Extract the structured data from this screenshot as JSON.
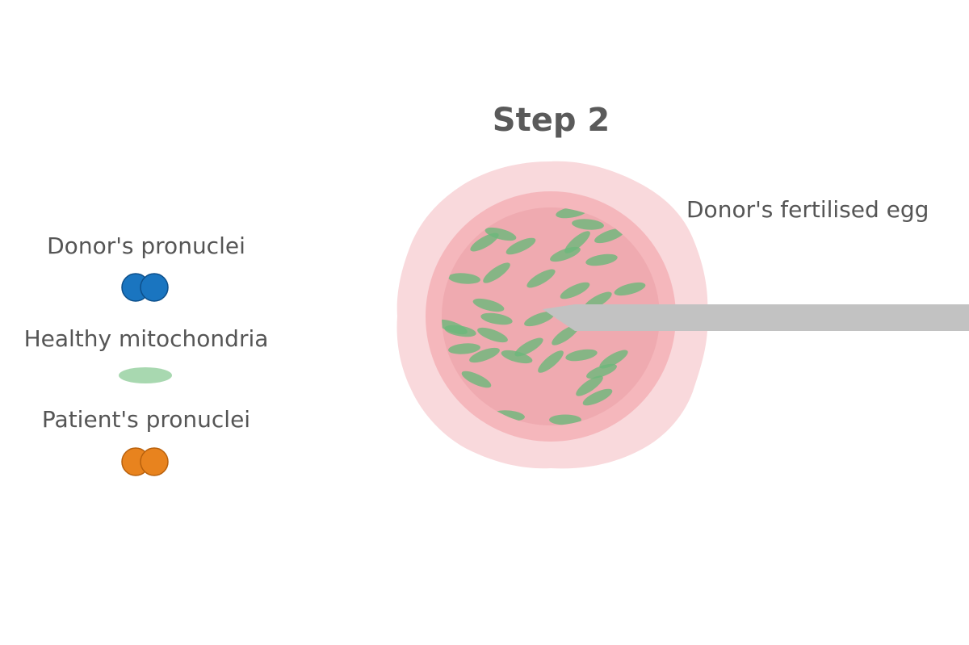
{
  "title": "Step 2",
  "legend": {
    "donor_pronuclei": {
      "label": "Donor's pronuclei",
      "color": "#1a75c0",
      "stroke": "#0d4f8a"
    },
    "healthy_mitochondria": {
      "label": "Healthy mitochondria",
      "color": "#a8d8b0"
    },
    "patient_pronuclei": {
      "label": "Patient's pronuclei",
      "color": "#e8831e",
      "stroke": "#b8600c"
    }
  },
  "egg": {
    "label": "Donor's fertilised egg",
    "outer_color": "#f9d9dc",
    "membrane_color": "#f5b7bc",
    "cytoplasm_color": "#efaab0",
    "mito_color": "#6cb87a",
    "pipette_color": "#c2c2c2"
  }
}
